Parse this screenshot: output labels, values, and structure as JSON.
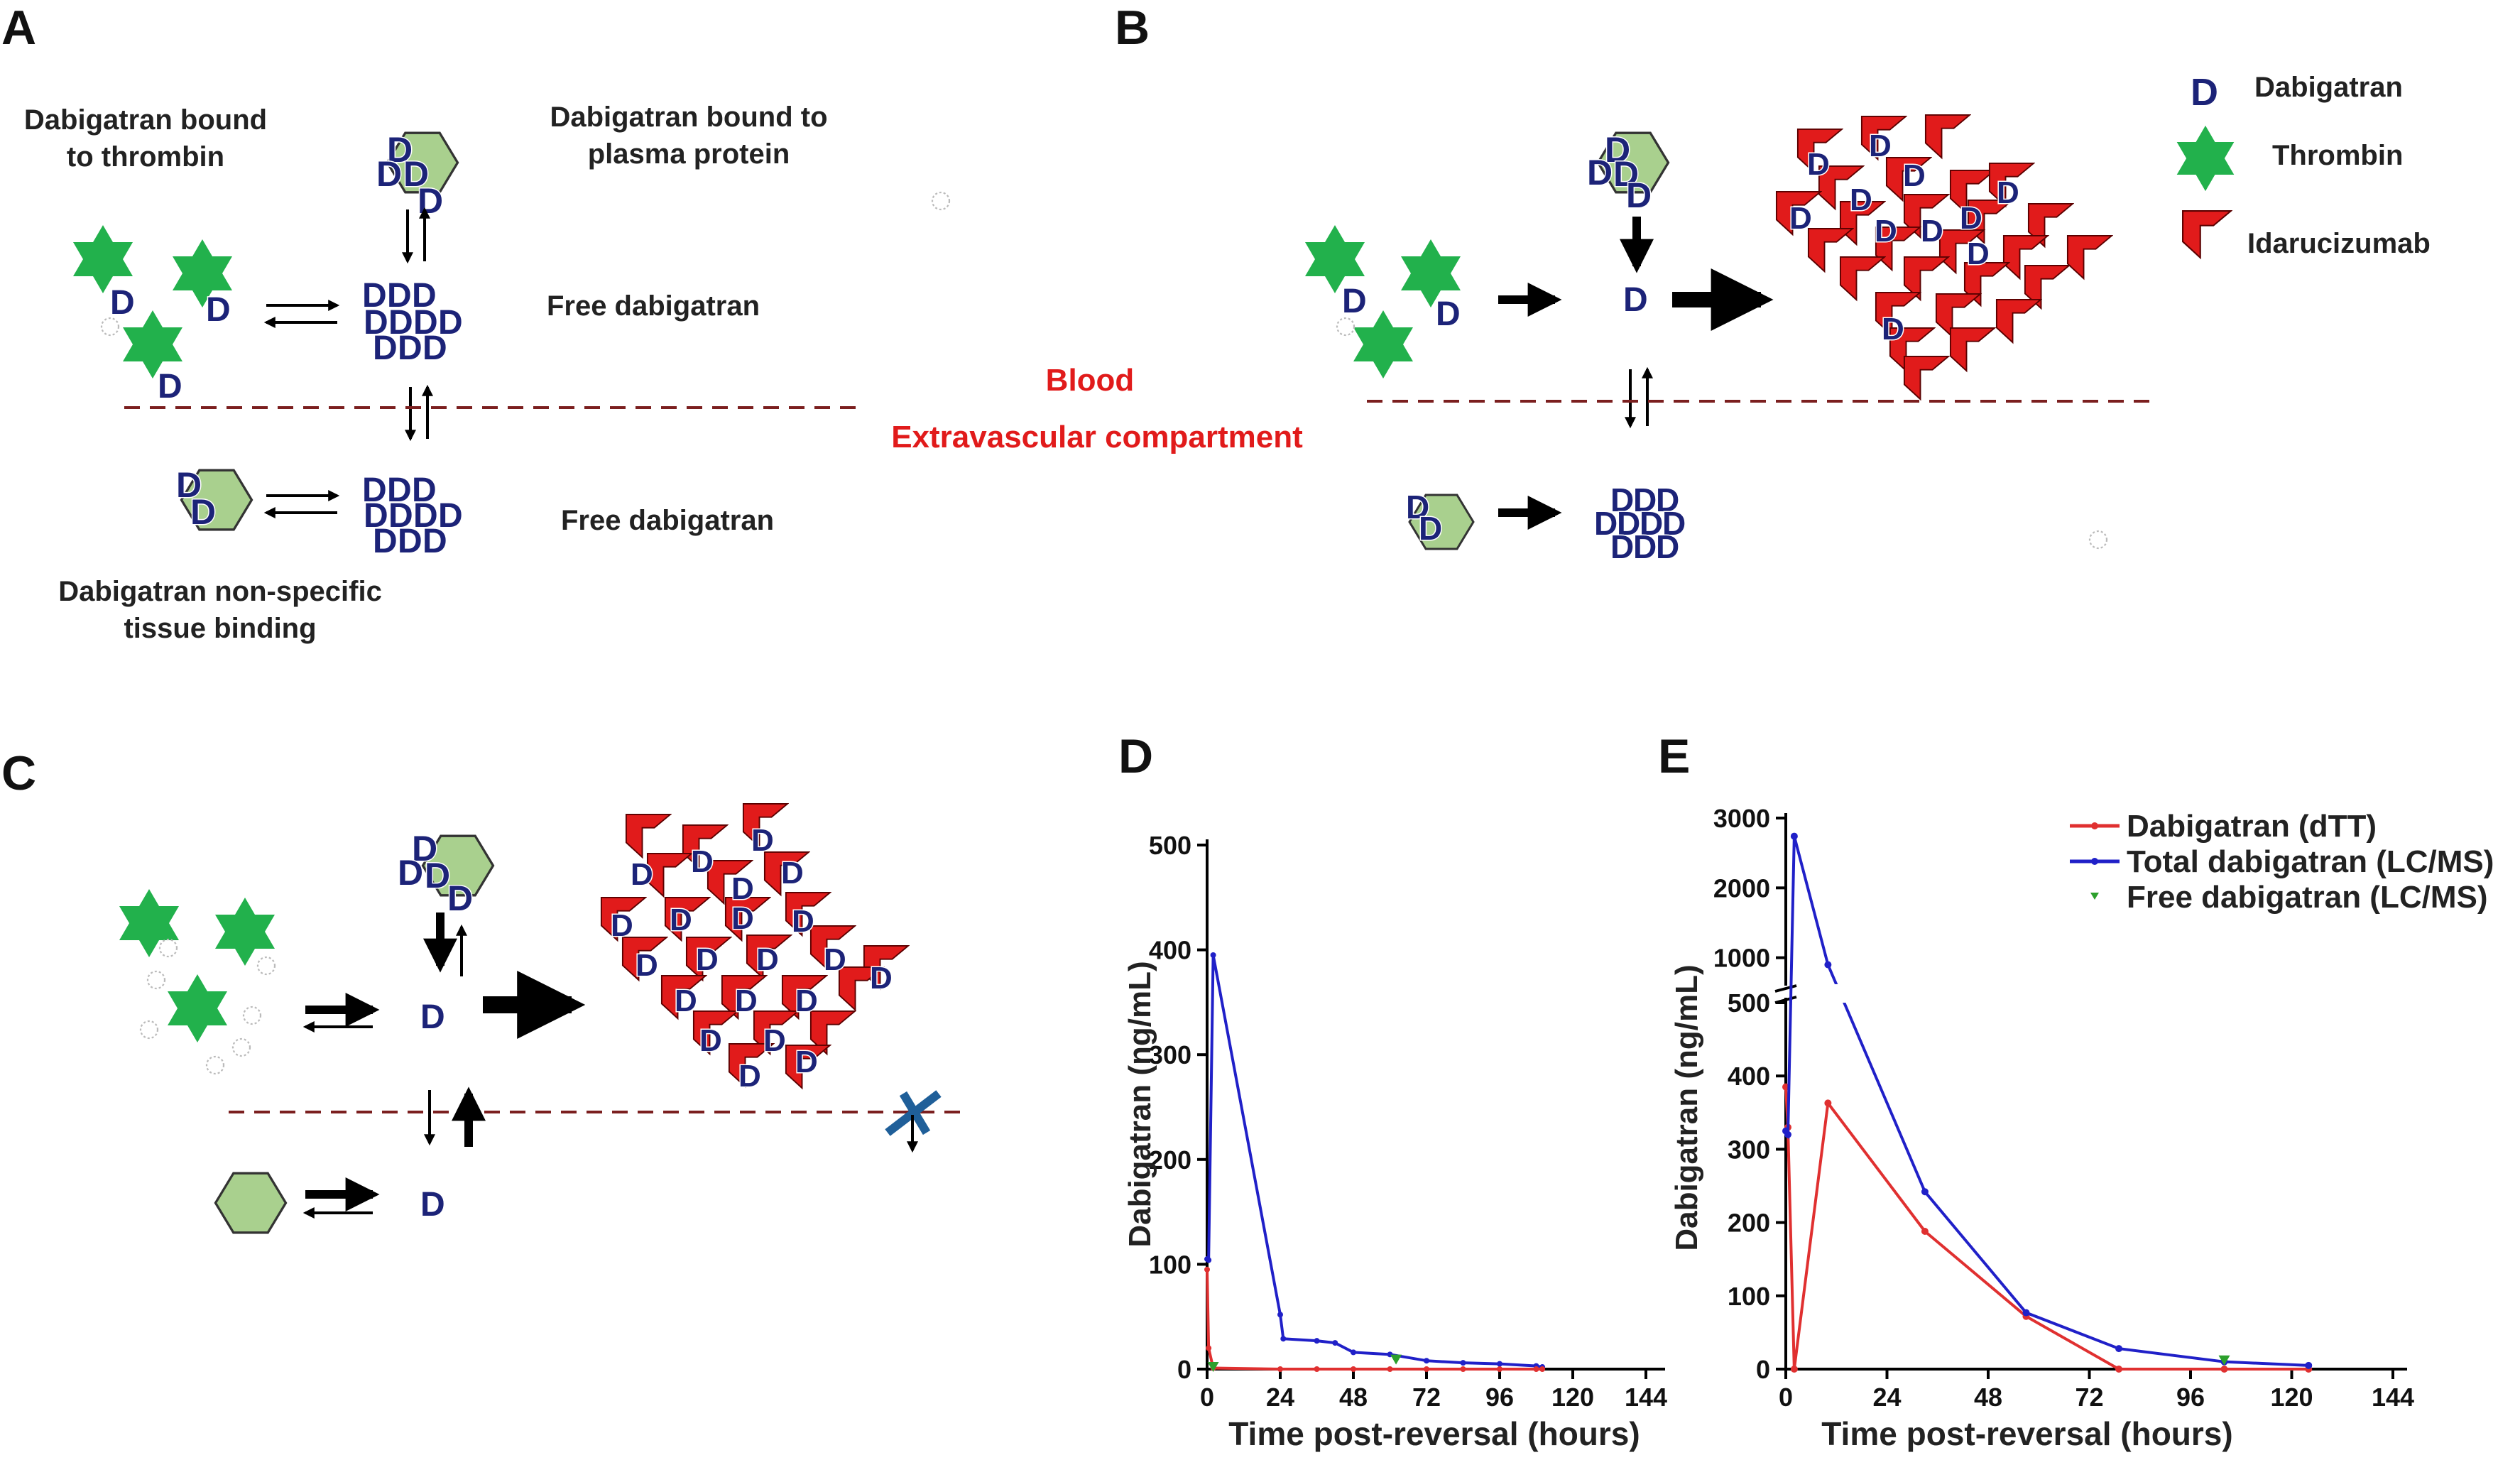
{
  "panels": {
    "A": "A",
    "B": "B",
    "C": "C",
    "D": "D",
    "E": "E"
  },
  "glyph": "D",
  "panel_a": {
    "bound_thrombin": [
      "Dabigatran bound",
      "to thrombin"
    ],
    "bound_plasma": [
      "Dabigatran bound to",
      "plasma protein"
    ],
    "free_top": "Free dabigatran",
    "free_bottom": "Free dabigatran",
    "tissue": [
      "Dabigatran non-specific",
      "tissue binding"
    ]
  },
  "compartments": {
    "blood": "Blood",
    "extravascular": "Extravascular compartment"
  },
  "legend": {
    "dabigatran": "Dabigatran",
    "thrombin": "Thrombin",
    "idarucizumab": "Idarucizumab"
  },
  "colors": {
    "thrombin": "#22b14c",
    "dabigatran": "#1c2378",
    "idarucizumab": "#e11b1b",
    "protein": "#a9d08e",
    "dashed": "#7b1f1f",
    "blocker": "#1f5f99",
    "total": "#2020c8",
    "dtt": "#e03030",
    "free": "#2ca02c"
  },
  "chart_data": [
    {
      "type": "line",
      "panel": "D",
      "xlabel": "Time post-reversal (hours)",
      "ylabel": "Dabigatran (ng/mL)",
      "xlim": [
        0,
        144
      ],
      "ylim": [
        0,
        500
      ],
      "xticks": [
        0,
        24,
        48,
        72,
        96,
        120,
        144
      ],
      "yticks": [
        0,
        100,
        200,
        300,
        400,
        500
      ],
      "series": [
        {
          "name": "Total dabigatran (LC/MS)",
          "x": [
            0,
            0.5,
            2,
            24,
            25,
            36,
            42,
            48,
            60,
            72,
            84,
            96,
            108,
            110
          ],
          "y": [
            105,
            104,
            395,
            52,
            29,
            27,
            25,
            16,
            14,
            8,
            6,
            5,
            3,
            2
          ]
        },
        {
          "name": "Dabigatran (dTT)",
          "x": [
            0,
            0.5,
            2,
            24,
            36,
            48,
            60,
            72,
            84,
            96,
            108,
            110
          ],
          "y": [
            95,
            20,
            1,
            0,
            0,
            0,
            0,
            0,
            0,
            0,
            0,
            0
          ]
        },
        {
          "name": "Free dabigatran (LC/MS)",
          "x": [
            2,
            62
          ],
          "y": [
            0,
            7
          ]
        }
      ]
    },
    {
      "type": "line",
      "panel": "E",
      "xlabel": "Time post-reversal (hours)",
      "ylabel": "Dabigatran (ng/mL)",
      "xlim": [
        0,
        144
      ],
      "ylim": [
        0,
        3000
      ],
      "axis_break": [
        500,
        600
      ],
      "xticks": [
        0,
        24,
        48,
        72,
        96,
        120,
        144
      ],
      "yticks": [
        0,
        100,
        200,
        300,
        400,
        500,
        1000,
        2000,
        3000
      ],
      "legend_position": "top-right",
      "series": [
        {
          "name": "Dabigatran (dTT)",
          "x": [
            0,
            0.5,
            2,
            10,
            33,
            57,
            79,
            104,
            124
          ],
          "y": [
            385,
            330,
            0,
            363,
            188,
            72,
            0,
            0,
            0
          ]
        },
        {
          "name": "Total dabigatran (LC/MS)",
          "x": [
            0,
            0.5,
            2,
            10,
            33,
            57,
            79,
            104,
            124
          ],
          "y": [
            325,
            320,
            2740,
            900,
            242,
            77,
            28,
            10,
            5
          ]
        },
        {
          "name": "Free dabigatran (LC/MS)",
          "x": [
            104
          ],
          "y": [
            9
          ]
        }
      ]
    }
  ]
}
